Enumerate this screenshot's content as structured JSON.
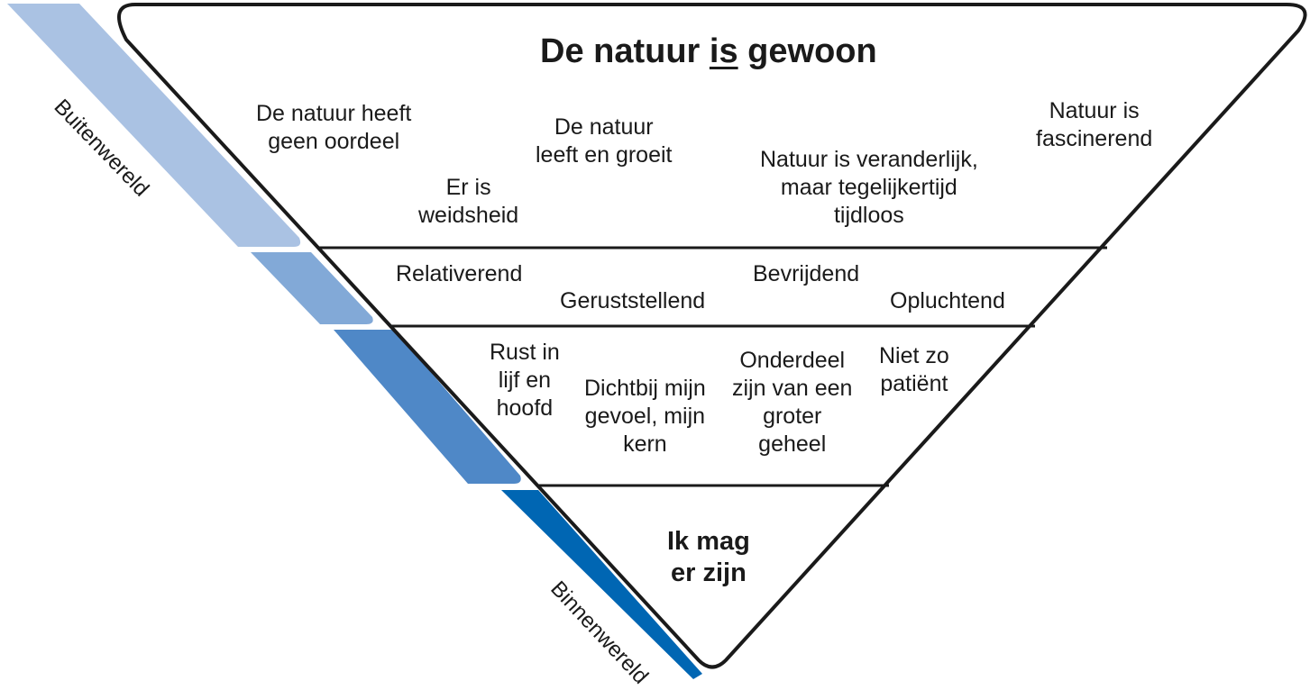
{
  "title": {
    "prefix": "De natuur ",
    "underlined": "is",
    "suffix": " gewoon"
  },
  "layers": {
    "outer": [
      "De natuur heeft\ngeen oordeel",
      "De natuur\nleeft en groeit",
      "Natuur is\nfascinerend",
      "Er is\nweidsheid",
      "Natuur is veranderlijk,\nmaar tegelijkertijd\ntijdloos"
    ],
    "second": [
      "Relativerend",
      "Bevrijdend",
      "Geruststellend",
      "Opluchtend"
    ],
    "third": [
      "Rust in\nlijf en\nhoofd",
      "Dichtbij mijn\ngevoel, mijn\nkern",
      "Onderdeel\nzijn van een\ngroter\ngeheel",
      "Niet zo\npatiënt"
    ],
    "core": "Ik mag\ner zijn"
  },
  "axis": {
    "outer_label": "Buitenwereld",
    "inner_label": "Binnenwereld",
    "band_colors": [
      "#aac2e3",
      "#82a9d7",
      "#4f88c7",
      "#0066b3"
    ]
  },
  "line_color": "#1a1a1a"
}
